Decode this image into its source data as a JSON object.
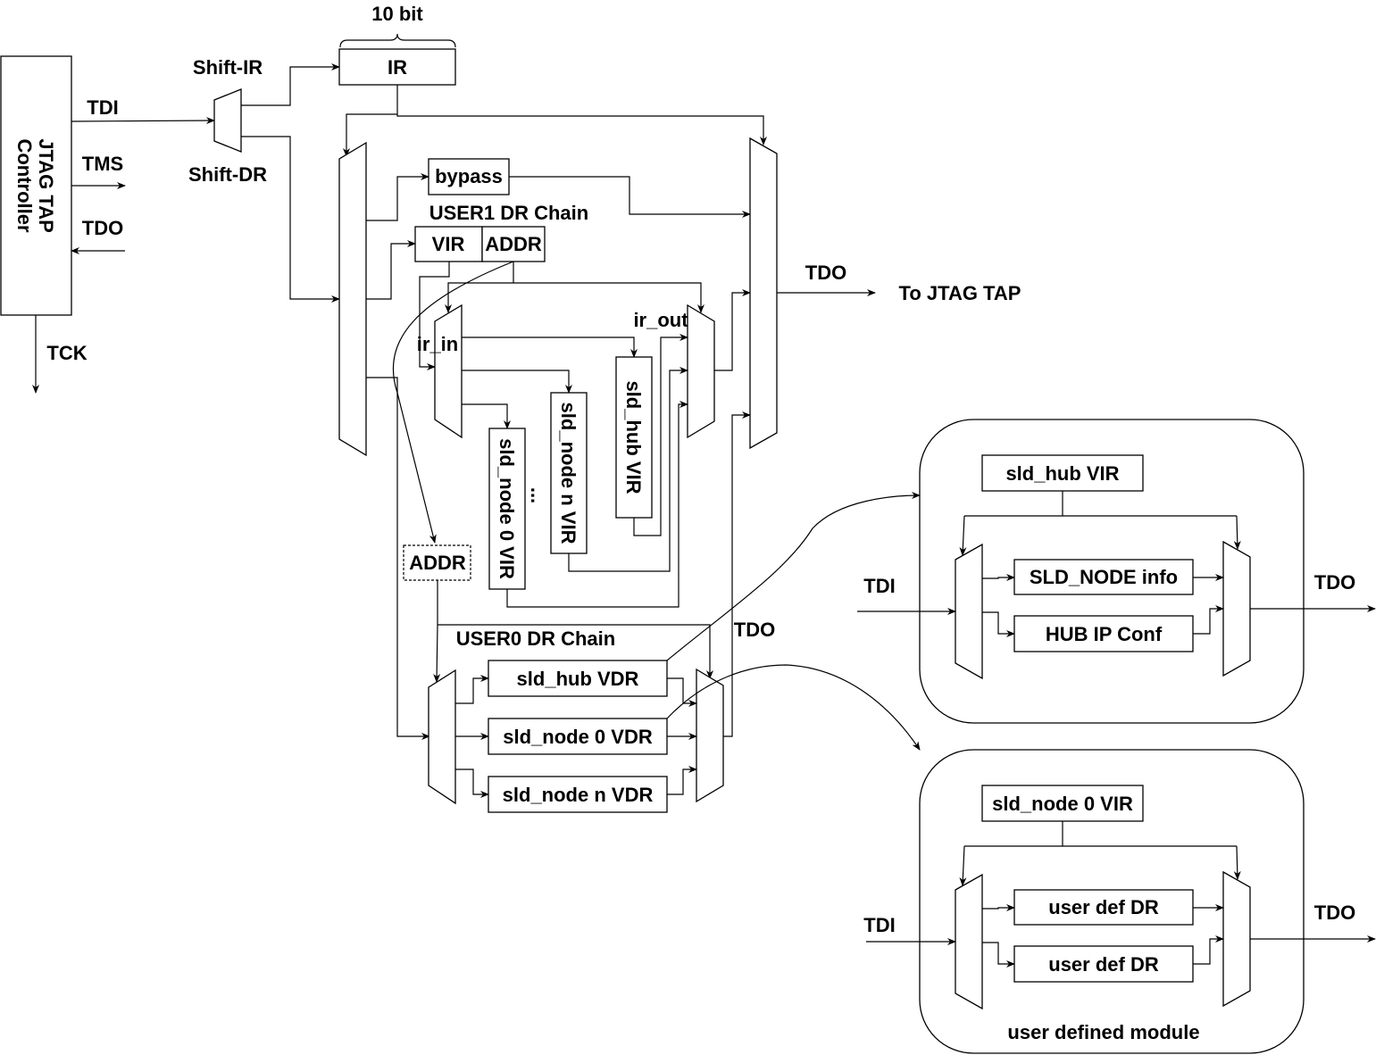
{
  "jtag": {
    "title_line1": "JTAG TAP",
    "title_line2": "Controller",
    "tdi": "TDI",
    "tms": "TMS",
    "tdo": "TDO",
    "tck": "TCK"
  },
  "shift": {
    "ir": "Shift-IR",
    "dr": "Shift-DR"
  },
  "ir": {
    "label": "IR",
    "width_label": "10 bit"
  },
  "user1": {
    "bypass": "bypass",
    "title": "USER1 DR Chain",
    "vir": "VIR",
    "addr": "ADDR",
    "ir_in": "ir_in",
    "ir_out": "ir_out",
    "hub_vir": "sld_hub VIR",
    "node_n_vir": "sld_node n VIR",
    "node_0_vir": "sld_node 0 VIR",
    "ellipsis": "..."
  },
  "output": {
    "tdo": "TDO",
    "to_tap": "To JTAG TAP"
  },
  "user0": {
    "addr": "ADDR",
    "title": "USER0 DR Chain",
    "hub_vdr": "sld_hub VDR",
    "node_0_vdr": "sld_node 0 VDR",
    "node_n_vdr": "sld_node n VDR",
    "tdo": "TDO"
  },
  "hub_module": {
    "vir": "sld_hub VIR",
    "reg1": "SLD_NODE info",
    "reg2": "HUB IP Conf",
    "tdi": "TDI",
    "tdo": "TDO"
  },
  "user_module": {
    "vir": "sld_node 0 VIR",
    "reg1": "user def DR",
    "reg2": "user def DR",
    "tdi": "TDI",
    "tdo": "TDO",
    "caption": "user defined module"
  }
}
